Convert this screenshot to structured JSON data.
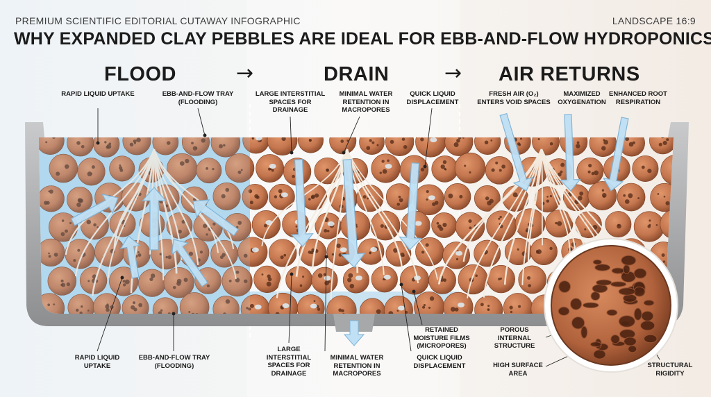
{
  "header": {
    "category": "PREMIUM SCIENTIFIC EDITORIAL CUTAWAY INFOGRAPHIC",
    "format": "LANDSCAPE 16:9"
  },
  "title": "WHY EXPANDED CLAY PEBBLES ARE IDEAL FOR EBB-AND-FLOW HYDROPONICS",
  "phases": {
    "flood": "FLOOD",
    "drain": "DRAIN",
    "air": "AIR RETURNS",
    "arrow_symbol": "→"
  },
  "labels_top": {
    "rapid_uptake": "RAPID LIQUID UPTAKE",
    "tray": "EBB-AND-FLOW TRAY (FLOODING)",
    "interstitial": "LARGE INTERSTITIAL SPACES FOR DRAINAGE",
    "retention": "MINIMAL WATER RETENTION IN MACROPORES",
    "displacement": "QUICK LIQUID DISPLACEMENT",
    "fresh_air": "FRESH AIR (O₂) ENTERS VOID SPACES",
    "oxygenation": "MAXIMIZED OXYGENATION",
    "respiration": "ENHANCED ROOT RESPIRATION"
  },
  "labels_bottom": {
    "rapid_uptake": "RAPID LIQUID UPTAKE",
    "tray": "EBB-AND-FLOW TRAY (FLOODING)",
    "interstitial": "LARGE INTERSTITIAL SPACES FOR DRAINAGE",
    "retention": "MINIMAL WATER RETENTION IN MACROPORES",
    "moisture": "RETAINED MOISTURE FILMS (MICROPORES)",
    "displacement": "QUICK LIQUID DISPLACEMENT"
  },
  "inset_labels": {
    "porous": "POROUS INTERNAL STRUCTURE",
    "surface": "HIGH SURFACE AREA",
    "rigidity": "STRUCTURAL RIGIDITY"
  },
  "colors": {
    "pebble": "#c4764e",
    "pebble_dark": "#8a4a2c",
    "water": "#a9d3ec",
    "arrow": "#bfe0f5",
    "root": "#f3ece0",
    "tray": "#9a9b9c"
  },
  "icons": {
    "flow_arrow": "upward/downward flow arrow",
    "phase_arrow": "right-arrow"
  }
}
